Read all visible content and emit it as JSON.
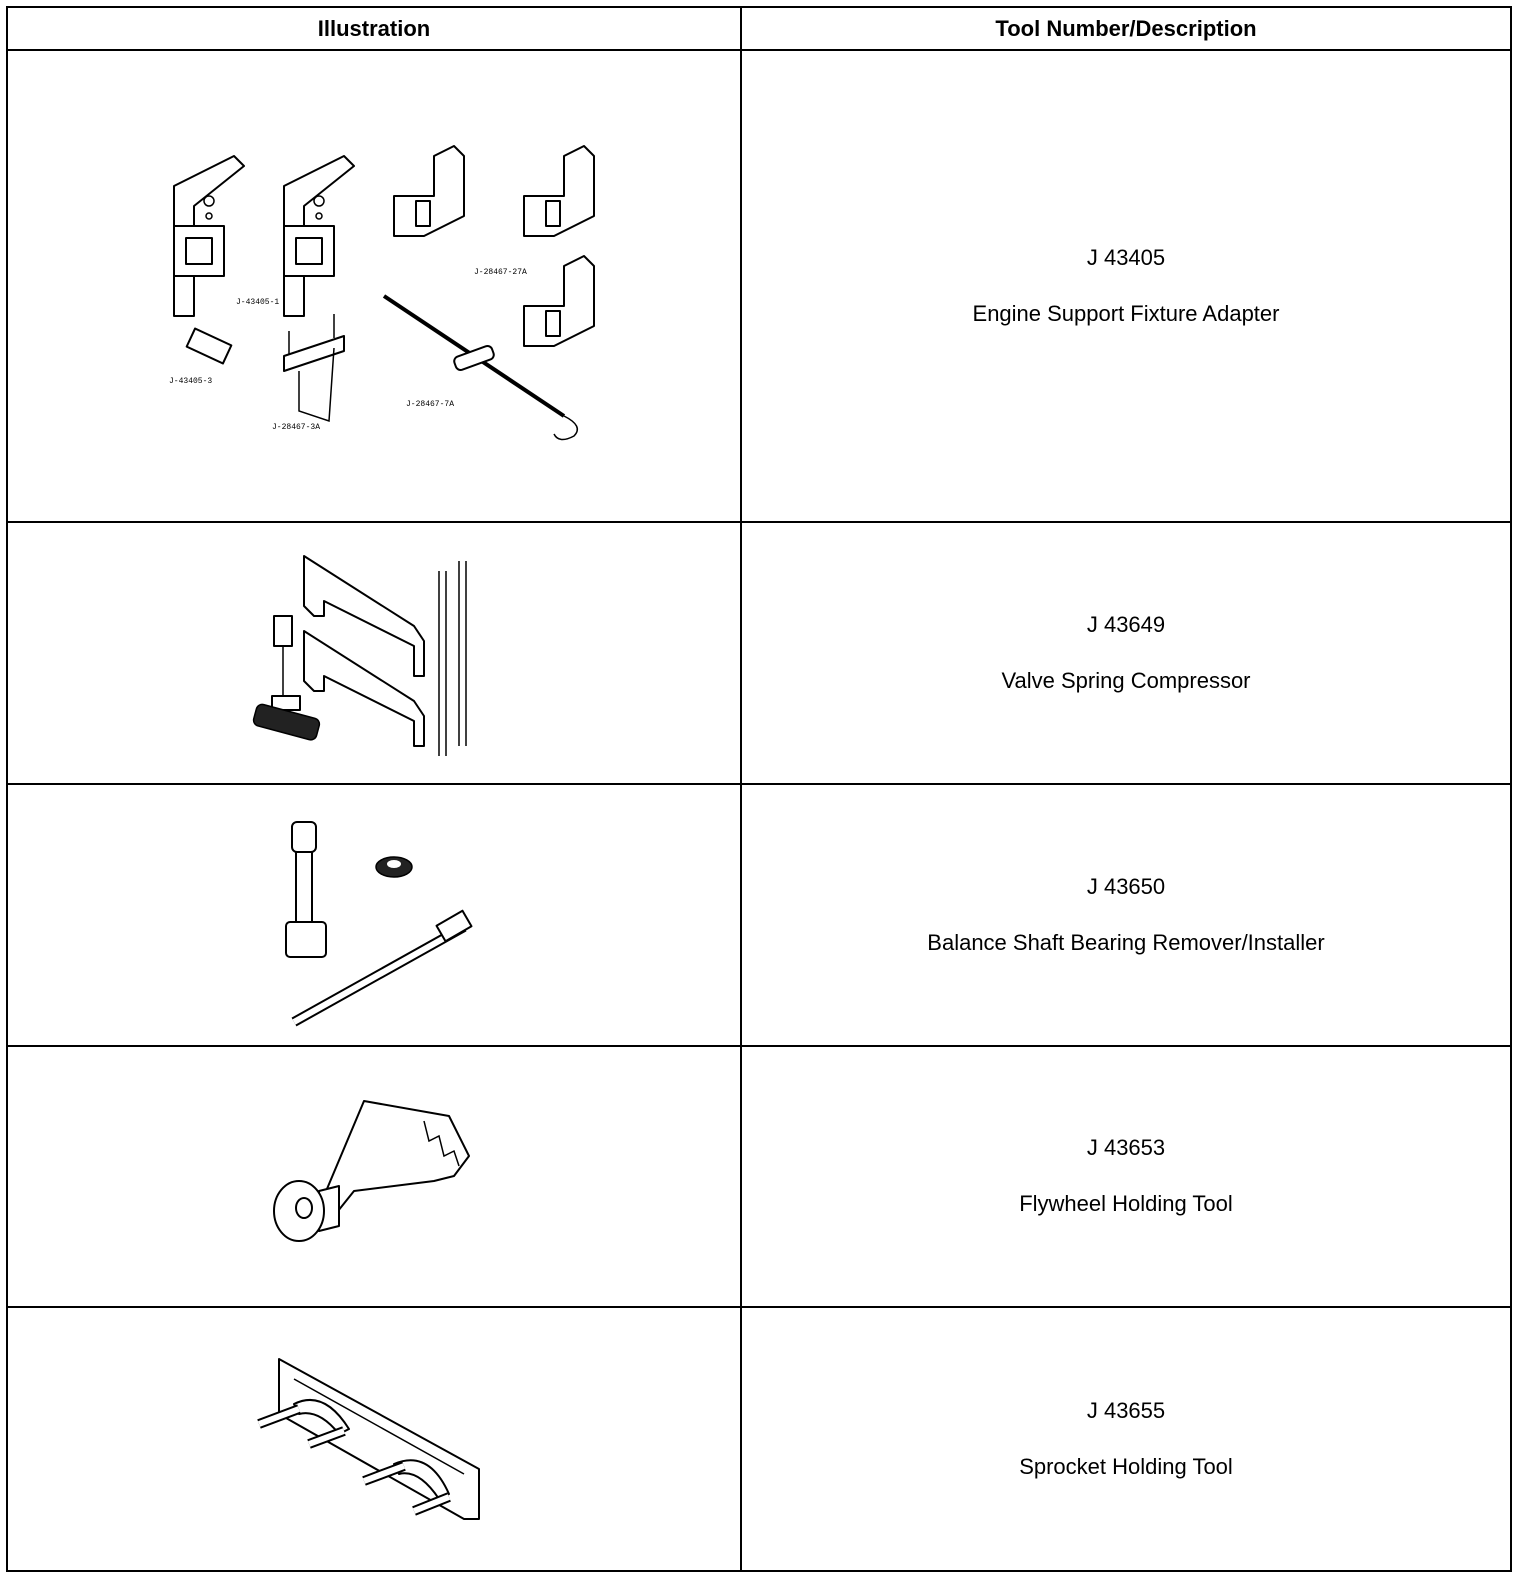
{
  "header": {
    "col1": "Illustration",
    "col2": "Tool Number/Description"
  },
  "rows": [
    {
      "number": "J 43405",
      "description": "Engine Support Fixture Adapter",
      "callouts": [
        "J-43405-1",
        "J-43405-3",
        "J-28467-3A",
        "J-28467-7A",
        "J-28467-27A"
      ]
    },
    {
      "number": "J 43649",
      "description": "Valve Spring Compressor"
    },
    {
      "number": "J 43650",
      "description": "Balance Shaft Bearing Remover/Installer"
    },
    {
      "number": "J 43653",
      "description": "Flywheel Holding Tool"
    },
    {
      "number": "J 43655",
      "description": "Sprocket Holding Tool"
    }
  ]
}
